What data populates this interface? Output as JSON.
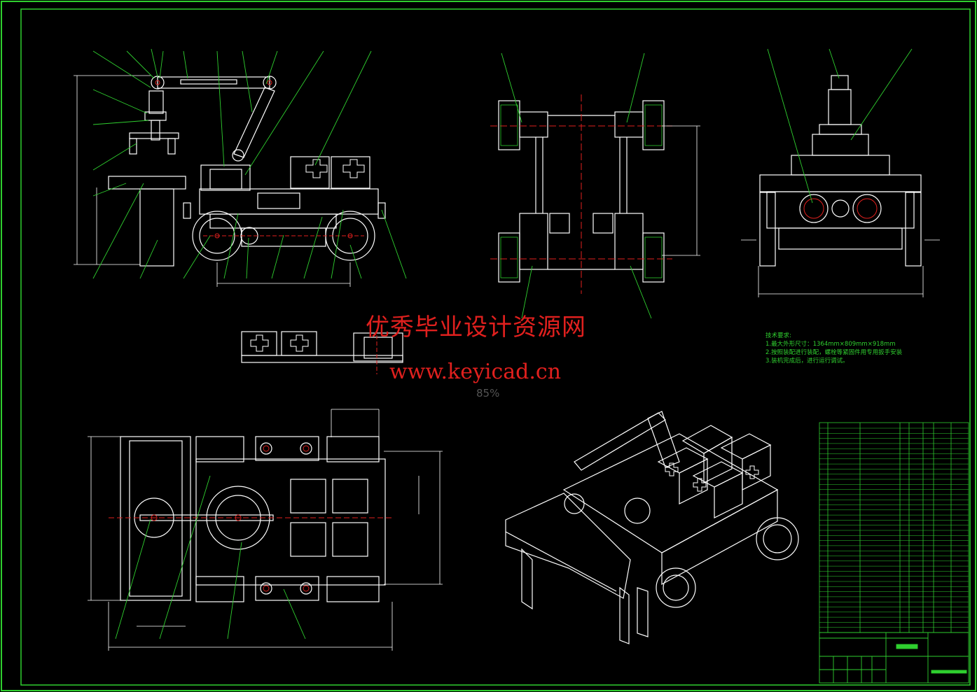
{
  "drawing": {
    "watermark_cn": "优秀毕业设计资源网",
    "watermark_url": "www.keyicad.cn",
    "zoom_label": "85%",
    "tech_notes": {
      "title": "技术要求:",
      "lines": [
        "1.最大外形尺寸：1364mm×809mm×918mm",
        "2.按照装配进行装配，螺栓等紧固件用专用扳手安装",
        "3.装机完成后，进行运行调试。"
      ]
    },
    "colors": {
      "background": "#000000",
      "linework": "#ffffff",
      "leader": "#2fcf2f",
      "centerline": "#e0201e",
      "watermark": "#e0201e",
      "frame": "#2fcf2f"
    }
  }
}
